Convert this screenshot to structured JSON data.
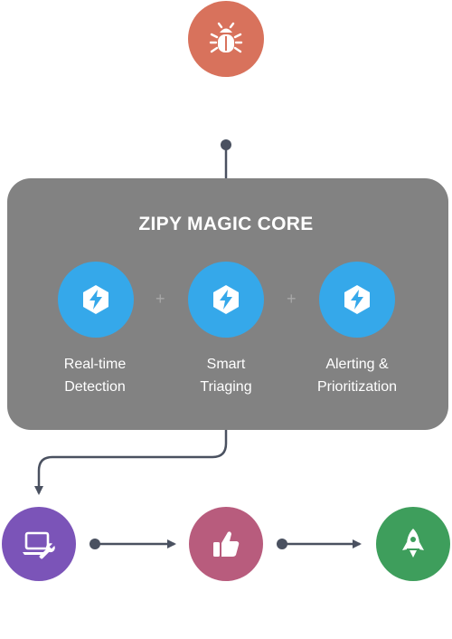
{
  "colors": {
    "bug": "#d8725c",
    "panel": "#828282",
    "feature": "#35a8ea",
    "fix": "#7b54b8",
    "approve": "#b85c7d",
    "launch": "#3e9e5c",
    "connector": "#4a5160"
  },
  "icons": {
    "bug": "bug-icon",
    "feature": "bolt-hexagon-icon",
    "fix": "laptop-wrench-icon",
    "approve": "thumbs-up-icon",
    "launch": "rocket-icon"
  },
  "core": {
    "title": "ZIPY MAGIC CORE",
    "separator": "+",
    "features": [
      {
        "line1": "Real-time",
        "line2": "Detection"
      },
      {
        "line1": "Smart",
        "line2": "Triaging"
      },
      {
        "line1": "Alerting &",
        "line2": "Prioritization"
      }
    ]
  }
}
